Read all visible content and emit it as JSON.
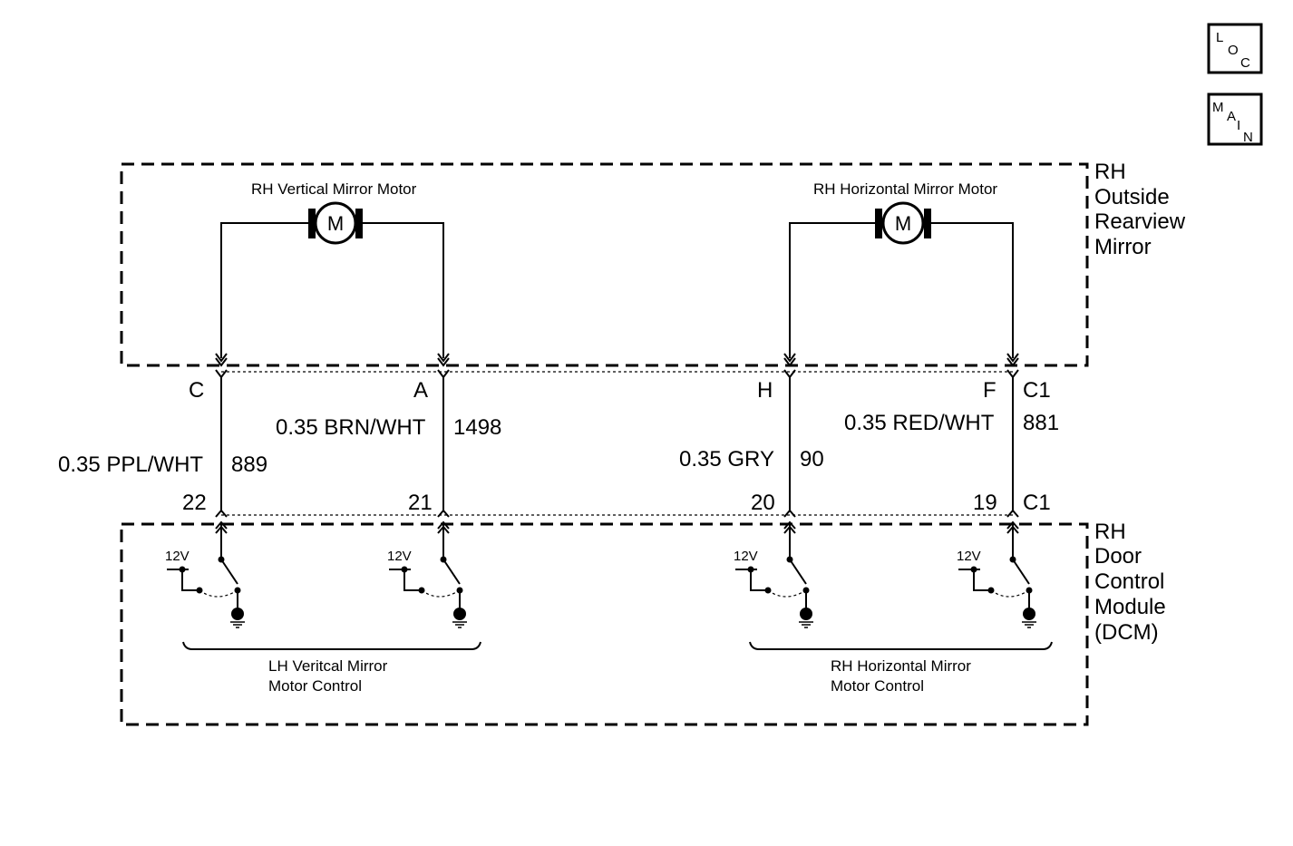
{
  "nav": {
    "loc": [
      "L",
      "O",
      "C"
    ],
    "main": [
      "M",
      "A",
      "I",
      "N"
    ]
  },
  "mirror": {
    "label_lines": [
      "RH",
      "Outside",
      "Rearview",
      "Mirror"
    ],
    "vertical_motor": {
      "title": "RH Vertical Mirror Motor",
      "symbol": "M"
    },
    "horizontal_motor": {
      "title": "RH Horizontal Mirror Motor",
      "symbol": "M"
    }
  },
  "dcm": {
    "label_lines": [
      "RH",
      "Door",
      "Control",
      "Module",
      "(DCM)"
    ],
    "left_group": [
      "LH Veritcal Mirror",
      "Motor Control"
    ],
    "right_group": [
      "RH Horizontal Mirror",
      "Motor Control"
    ],
    "supply_label": "12V"
  },
  "circuits": [
    {
      "top_pin": "C",
      "wire": "0.35 PPL/WHT",
      "circuit": "889",
      "bottom_pin": "22"
    },
    {
      "top_pin": "A",
      "wire": "0.35 BRN/WHT",
      "circuit": "1498",
      "bottom_pin": "21"
    },
    {
      "top_pin": "H",
      "wire": "0.35 GRY",
      "circuit": "90",
      "bottom_pin": "20"
    },
    {
      "top_pin": "F",
      "wire": "0.35 RED/WHT",
      "circuit": "881",
      "bottom_pin": "19"
    }
  ],
  "connectors": {
    "top": "C1",
    "bottom": "C1"
  }
}
